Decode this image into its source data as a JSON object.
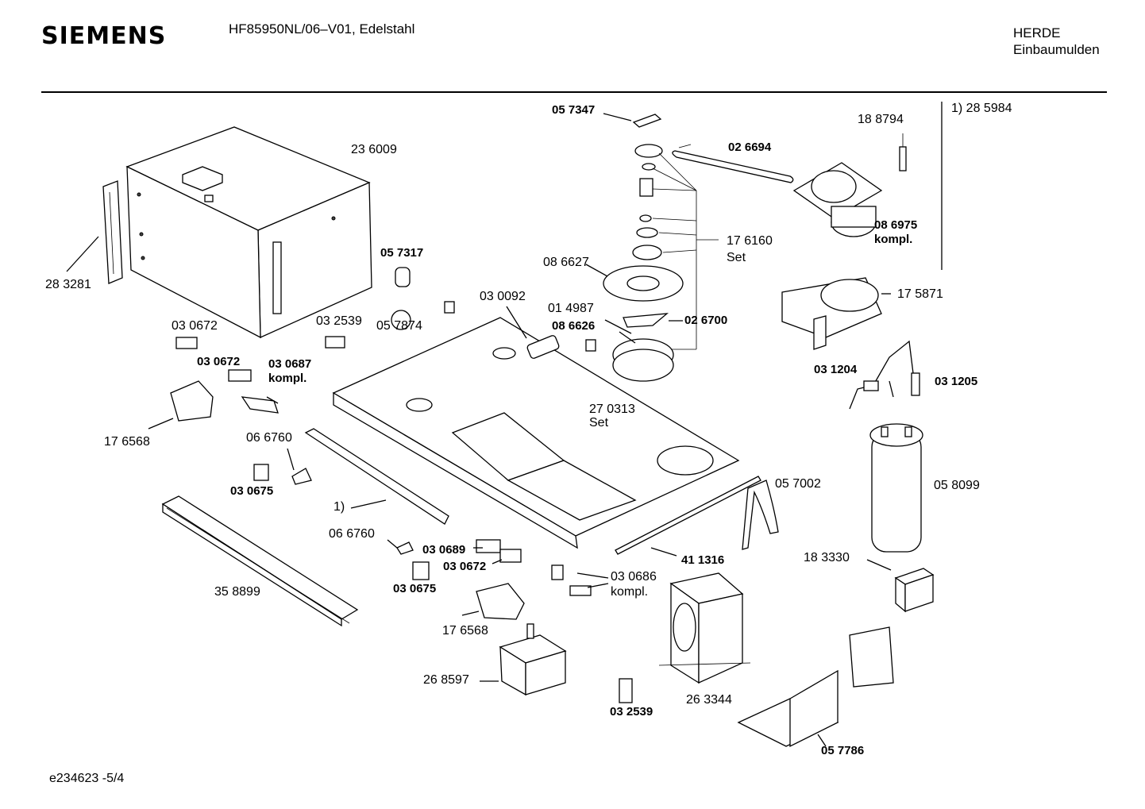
{
  "header": {
    "brand": "SIEMENS",
    "model": "HF85950NL/06–V01, Edelstahl",
    "category_line1": "HERDE",
    "category_line2": "Einbaumulden"
  },
  "footer": {
    "document_id": "e234623 -5/4"
  },
  "labels": {
    "p1": "28 3281",
    "p2": "23 6009",
    "p3": "05 7347",
    "p4": "02 6694",
    "p5": "18  8794",
    "p6": "1) 28 5984",
    "p7": "05 7317",
    "p8": "17 6160",
    "p8b": "Set",
    "p9": "08 6975",
    "p9b": "kompl.",
    "p10": "08 6627",
    "p11": "01 4987",
    "p12": "08 6626",
    "p13": "02 6700",
    "p14": "17 5871",
    "p15": "03 0092",
    "p16": "03 0672",
    "p17": "03 2539",
    "p18": "05 7874",
    "p19": "03 0672",
    "p20": "03 0687",
    "p20b": "kompl.",
    "p21": "03 1204",
    "p22": "03 1205",
    "p23": "27 0313",
    "p23b": "Set",
    "p24": "17 6568",
    "p25": "06 6760",
    "p26": "03 0675",
    "p27": "1)",
    "p28": "05 7002",
    "p29": "05 8099",
    "p30": "06 6760",
    "p31": "03 0689",
    "p32": "03 0672",
    "p33": "03 0675",
    "p34": "41 1316",
    "p35": "18  3330",
    "p36": "03 0686",
    "p36b": "kompl.",
    "p37": "35 8899",
    "p38": "17 6568",
    "p39": "26 8597",
    "p40": "26 3344",
    "p41": "03 2539",
    "p42": "05 7786"
  }
}
